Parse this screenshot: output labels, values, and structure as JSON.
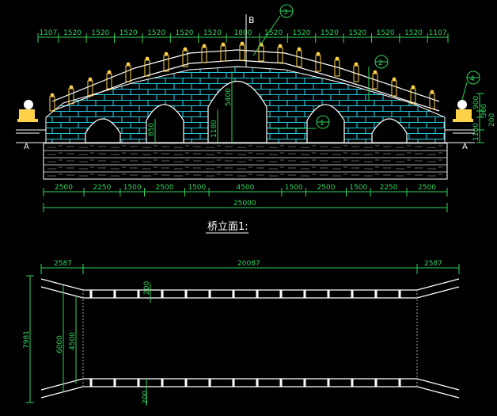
{
  "colors": {
    "background": "#000000",
    "dimension": "#2fd35a",
    "brick": "#22c8e0",
    "outline": "#ffffff",
    "railing": "#ffff3a",
    "balustrade": "#ffd24a"
  },
  "section_marker": "B",
  "callouts": {
    "c1": "1",
    "c2": "2",
    "c3": "3",
    "c4": "4"
  },
  "top_dims": [
    "1107",
    "1520",
    "1520",
    "1520",
    "1520",
    "1520",
    "1520",
    "1800",
    "1520",
    "1520",
    "1520",
    "1520",
    "1520",
    "1520",
    "1107"
  ],
  "bottom_dims": [
    "2500",
    "2250",
    "1500",
    "2500",
    "1500",
    "4500",
    "1500",
    "2500",
    "1500",
    "2250",
    "2500"
  ],
  "total_dim": "25000",
  "right_dims": {
    "d900": "900",
    "d300": "300",
    "d200": "200",
    "d1100": "1100"
  },
  "elev_dims": {
    "d5400": "5400",
    "d1180": "1180",
    "d850": "850"
  },
  "section_labels": {
    "left": "A",
    "right": "A"
  },
  "elevation_title": "桥立面1:",
  "plan_dims": {
    "left": "2587",
    "middle": "20087",
    "right": "2587",
    "overall_width": "7981",
    "width_6000": "6000",
    "width_4500": "4500",
    "rail_200": "200",
    "rail_200b": "200"
  }
}
